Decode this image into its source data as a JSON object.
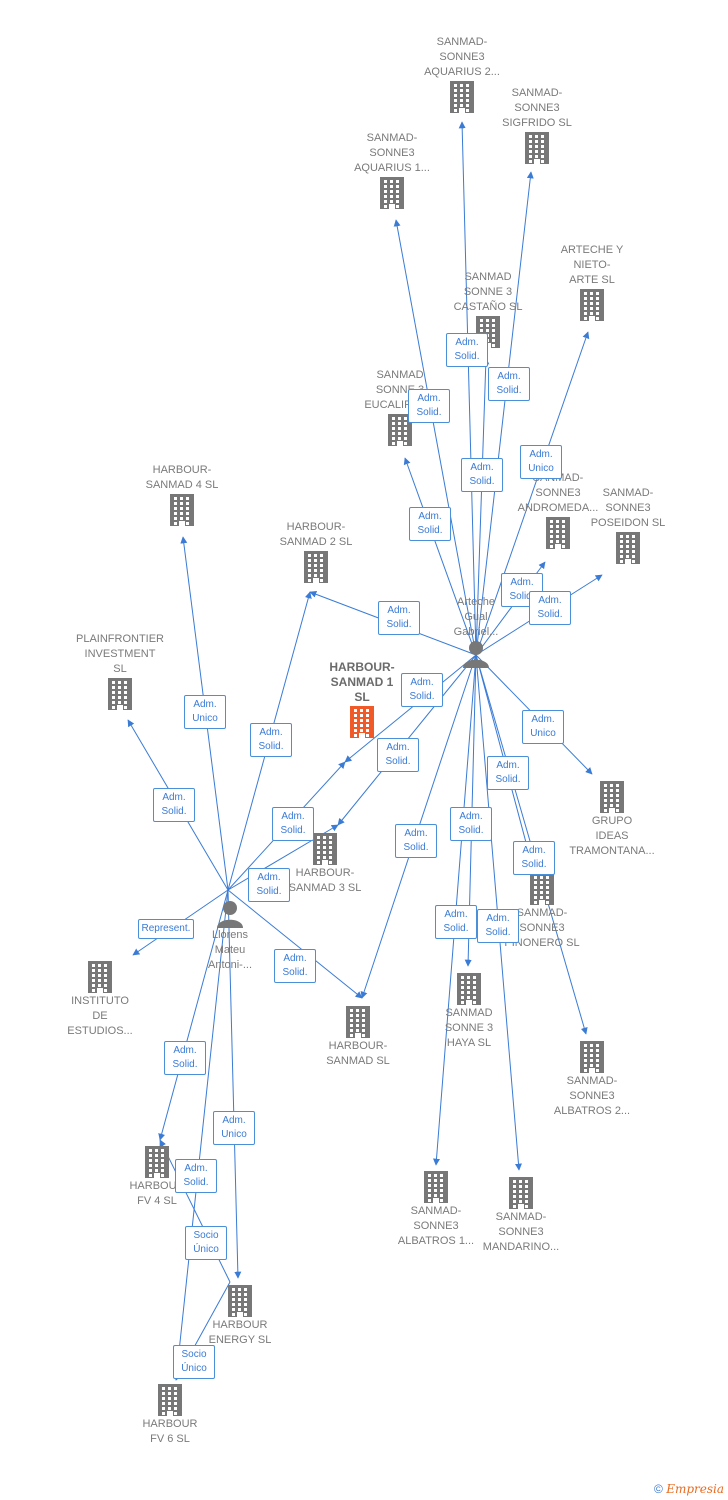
{
  "colors": {
    "edge": "#3a7bd5",
    "building": "#777777",
    "highlight": "#f05a28",
    "person": "#777777"
  },
  "nodes": [
    {
      "id": "aq2",
      "type": "company",
      "label": "SANMAD-\nSONNE3\nAQUARIUS 2..."
    },
    {
      "id": "sig",
      "type": "company",
      "label": "SANMAD-\nSONNE3\nSIGFRIDO  SL"
    },
    {
      "id": "aq1",
      "type": "company",
      "label": "SANMAD-\nSONNE3\nAQUARIUS 1..."
    },
    {
      "id": "art",
      "type": "company",
      "label": "ARTECHE Y\nNIETO-\nARTE  SL"
    },
    {
      "id": "cas",
      "type": "company",
      "label": "SANMAD\nSONNE 3\nCASTAÑO  SL"
    },
    {
      "id": "euc",
      "type": "company",
      "label": "SANMAD\nSONNE 3\nEUCALIPTO..."
    },
    {
      "id": "and",
      "type": "company",
      "label": "SANMAD-\nSONNE3\nANDROMEDA..."
    },
    {
      "id": "pos",
      "type": "company",
      "label": "SANMAD-\nSONNE3\nPOSEIDON  SL"
    },
    {
      "id": "h4",
      "type": "company",
      "label": "HARBOUR-\nSANMAD 4  SL"
    },
    {
      "id": "h2",
      "type": "company",
      "label": "HARBOUR-\nSANMAD 2  SL"
    },
    {
      "id": "pf",
      "type": "company",
      "label": "PLAINFRONTIER\nINVESTMENT\nSL"
    },
    {
      "id": "h1",
      "type": "main",
      "label": "HARBOUR-\nSANMAD 1\nSL"
    },
    {
      "id": "agp",
      "type": "person",
      "label": "Arteche\nGual\nGabriel..."
    },
    {
      "id": "gru",
      "type": "company",
      "label": "GRUPO\nIDEAS\nTRAMONTANA..."
    },
    {
      "id": "h3",
      "type": "company",
      "label": "HARBOUR-\nSANMAD 3  SL"
    },
    {
      "id": "pin",
      "type": "company",
      "label": "SANMAD-\nSONNE3\nPINONERO  SL"
    },
    {
      "id": "lma",
      "type": "person",
      "label": "Llorens\nMateu\nAntoni-..."
    },
    {
      "id": "ins",
      "type": "company",
      "label": "INSTITUTO\nDE\nESTUDIOS..."
    },
    {
      "id": "hs",
      "type": "company",
      "label": "HARBOUR-\nSANMAD  SL"
    },
    {
      "id": "hay",
      "type": "company",
      "label": "SANMAD\nSONNE 3\nHAYA  SL"
    },
    {
      "id": "al2",
      "type": "company",
      "label": "SANMAD-\nSONNE3\nALBATROS 2..."
    },
    {
      "id": "fv4",
      "type": "company",
      "label": "HARBOUR\nFV 4  SL"
    },
    {
      "id": "al1",
      "type": "company",
      "label": "SANMAD-\nSONNE3\nALBATROS 1..."
    },
    {
      "id": "man",
      "type": "company",
      "label": "SANMAD-\nSONNE3\nMANDARINO..."
    },
    {
      "id": "he",
      "type": "company",
      "label": "HARBOUR\nENERGY  SL"
    },
    {
      "id": "fv6",
      "type": "company",
      "label": "HARBOUR\nFV 6  SL"
    }
  ],
  "relations": [
    {
      "from": "agp",
      "to": "aq2",
      "label": "Adm.\nSolid."
    },
    {
      "from": "agp",
      "to": "sig",
      "label": "Adm.\nSolid."
    },
    {
      "from": "agp",
      "to": "aq1",
      "label": "Adm.\nSolid."
    },
    {
      "from": "agp",
      "to": "art",
      "label": "Adm.\nUnico"
    },
    {
      "from": "agp",
      "to": "cas",
      "label": "Adm.\nSolid."
    },
    {
      "from": "agp",
      "to": "euc",
      "label": "Adm.\nSolid."
    },
    {
      "from": "agp",
      "to": "and",
      "label": "Adm.\nSolid."
    },
    {
      "from": "agp",
      "to": "pos",
      "label": "Adm.\nSolid."
    },
    {
      "from": "agp",
      "to": "h2",
      "label": "Adm.\nSolid."
    },
    {
      "from": "agp",
      "to": "h1",
      "label": "Adm.\nSolid."
    },
    {
      "from": "agp",
      "to": "h3",
      "label": "Adm.\nSolid."
    },
    {
      "from": "agp",
      "to": "gru",
      "label": "Adm.\nUnico"
    },
    {
      "from": "agp",
      "to": "pin",
      "label": "Adm.\nSolid."
    },
    {
      "from": "agp",
      "to": "al2",
      "label": "Adm.\nSolid."
    },
    {
      "from": "agp",
      "to": "hs",
      "label": "Adm.\nSolid."
    },
    {
      "from": "agp",
      "to": "hay",
      "label": "Adm.\nSolid."
    },
    {
      "from": "agp",
      "to": "al1",
      "label": "Adm.\nSolid."
    },
    {
      "from": "agp",
      "to": "man",
      "label": "Adm.\nSolid."
    },
    {
      "from": "lma",
      "to": "h4",
      "label": "Adm.\nUnico"
    },
    {
      "from": "lma",
      "to": "h2",
      "label": "Adm.\nSolid."
    },
    {
      "from": "lma",
      "to": "pf",
      "label": "Adm.\nSolid."
    },
    {
      "from": "lma",
      "to": "h1",
      "label": "Adm.\nSolid."
    },
    {
      "from": "lma",
      "to": "h3",
      "label": "Adm.\nSolid."
    },
    {
      "from": "lma",
      "to": "ins",
      "label": "Represent."
    },
    {
      "from": "lma",
      "to": "hs",
      "label": "Adm.\nSolid."
    },
    {
      "from": "lma",
      "to": "fv4",
      "label": "Adm.\nSolid."
    },
    {
      "from": "lma",
      "to": "he",
      "label": "Adm.\nUnico"
    },
    {
      "from": "lma",
      "to": "fv6",
      "label": "Adm.\nSolid."
    },
    {
      "from": "he",
      "to": "fv4",
      "label": "Socio\nÚnico"
    },
    {
      "from": "he",
      "to": "fv6",
      "label": "Socio\nÚnico"
    }
  ],
  "footer": {
    "copyright": "©",
    "brand": "Empresia"
  }
}
